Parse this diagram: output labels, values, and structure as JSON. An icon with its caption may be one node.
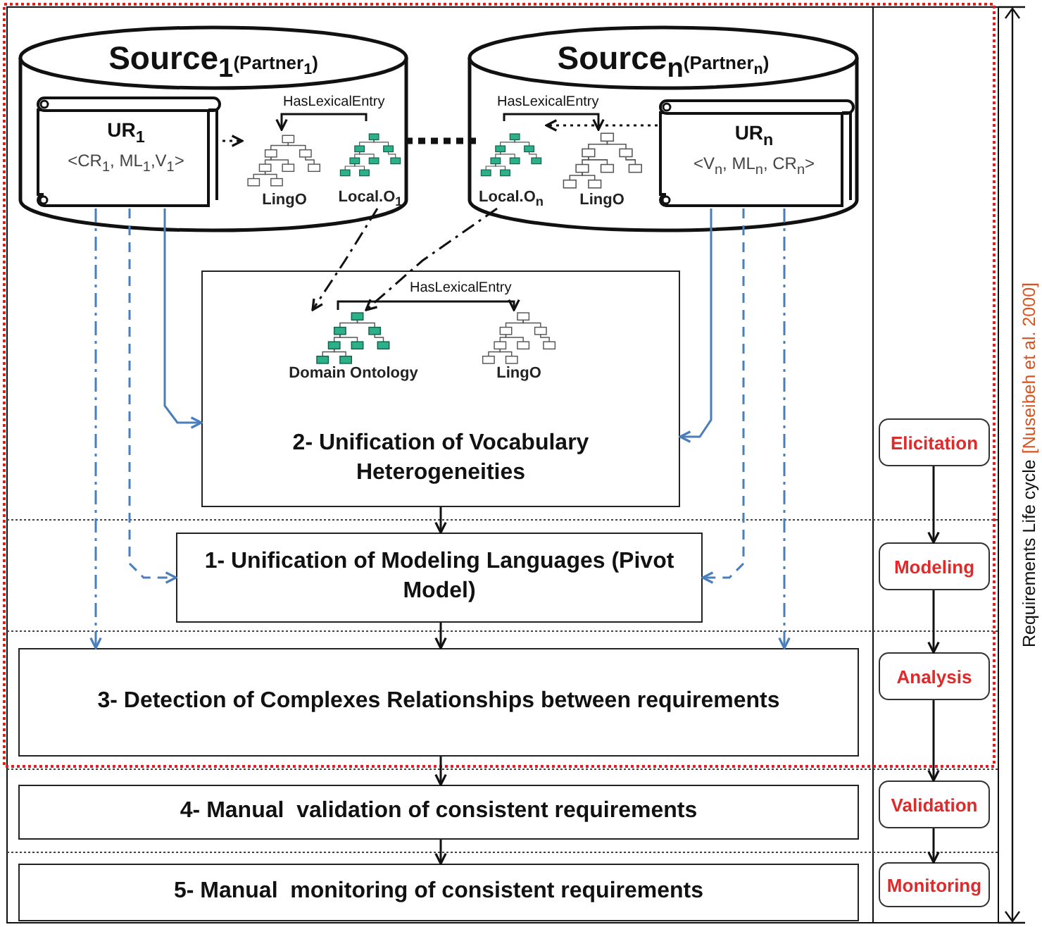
{
  "diagram": {
    "nodes": [
      {
        "text": [
          "Source$_{1}$",
          "(Partner$_{1}$)"
        ]
      },
      {
        "text": [
          "UR$_{1}$",
          "<CR$_{1}$, ML$_{1}$,V$_{1}$>"
        ],
        "in": 0
      },
      {
        "text": [
          "LingO"
        ],
        "in": 0
      },
      {
        "text": [
          "Local.O$_{1}$"
        ],
        "in": 0
      },
      {
        "text": [
          "Source$_{n}$",
          "(Partner$_{n}$)"
        ]
      },
      {
        "text": [
          "Local.O$_{n}$"
        ],
        "in": 4
      },
      {
        "text": [
          "LingO"
        ],
        "in": 4
      },
      {
        "text": [
          "UR$_{n}$",
          "<V$_{n}$, ML$_{n}$, CR$_{n}$>"
        ],
        "in": 4
      },
      {
        "text": [
          "2- Unification of Vocabulary Heterogeneities"
        ]
      },
      {
        "text": [
          "Domain Ontology"
        ],
        "in": 8
      },
      {
        "text": [
          "LingO"
        ],
        "in": 8
      },
      {
        "text": [
          "1- Unification of Modeling Languages (Pivot Model)"
        ]
      },
      {
        "text": [
          "3- Detection of Complexes Relationships between requirements"
        ]
      },
      {
        "text": [
          "4- Manual  validation of consistent requirements"
        ]
      },
      {
        "text": [
          "5- Manual  monitoring of consistent requirements"
        ]
      },
      {
        "text": [
          "Elicitation"
        ]
      },
      {
        "text": [
          "Modeling"
        ]
      },
      {
        "text": [
          "Analysis"
        ]
      },
      {
        "text": [
          "Validation"
        ]
      },
      {
        "text": [
          "Monitoring"
        ]
      }
    ],
    "edges": [
      {
        "from": 3,
        "to": 2,
        "arrow": "to",
        "label": "HasLexicalEntry"
      },
      {
        "from": 1,
        "to": 2,
        "arrow": "to",
        "style": "dashed"
      },
      {
        "from": 5,
        "to": 6,
        "arrow": "to",
        "label": "HasLexicalEntry"
      },
      {
        "from": 7,
        "to": 5,
        "arrow": "to",
        "style": "dashed"
      },
      {
        "from": 3,
        "to": 5,
        "arrow": "none",
        "style": "dashed"
      },
      {
        "from": 3,
        "to": 9,
        "arrow": "to",
        "style": "dashed"
      },
      {
        "from": 5,
        "to": 9,
        "arrow": "to",
        "style": "dashed"
      },
      {
        "from": 9,
        "to": 10,
        "arrow": "to",
        "label": "HasLexicalEntry"
      },
      {
        "from": 1,
        "to": 8,
        "arrow": "to",
        "color": "#4a7ebb"
      },
      {
        "from": 1,
        "to": 11,
        "arrow": "to",
        "style": "dashed",
        "color": "#4a7ebb"
      },
      {
        "from": 1,
        "to": 12,
        "arrow": "to",
        "style": "dashed",
        "color": "#4a7ebb"
      },
      {
        "from": 7,
        "to": 8,
        "arrow": "to",
        "color": "#4a7ebb"
      },
      {
        "from": 7,
        "to": 11,
        "arrow": "to",
        "style": "dashed",
        "color": "#4a7ebb"
      },
      {
        "from": 7,
        "to": 12,
        "arrow": "to",
        "style": "dashed",
        "color": "#4a7ebb"
      },
      {
        "from": 8,
        "to": 11,
        "arrow": "to"
      },
      {
        "from": 11,
        "to": 12,
        "arrow": "to"
      },
      {
        "from": 12,
        "to": 13,
        "arrow": "to"
      },
      {
        "from": 13,
        "to": 14,
        "arrow": "to"
      },
      {
        "from": 15,
        "to": 16,
        "arrow": "to"
      },
      {
        "from": 16,
        "to": 17,
        "arrow": "to"
      },
      {
        "from": 17,
        "to": 18,
        "arrow": "to"
      },
      {
        "from": 18,
        "to": 19,
        "arrow": "to"
      }
    ],
    "labels": [
      "Requirements Life cycle",
      "[Nuseibeh et al. 2000]"
    ]
  }
}
